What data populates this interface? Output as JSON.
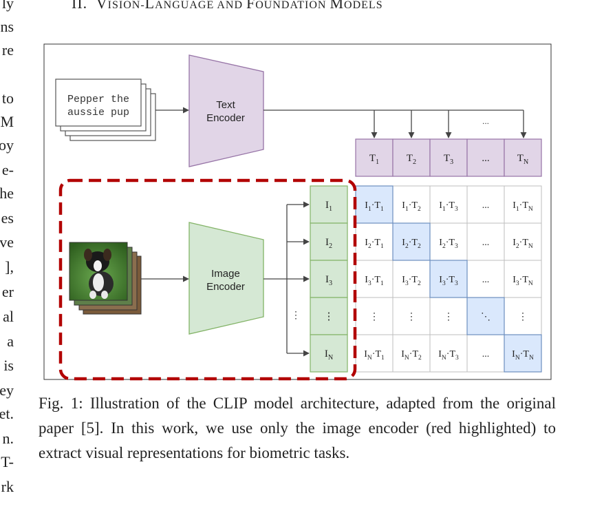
{
  "left_margin_fragments": [
    "ly",
    "ns",
    "re",
    "to",
    "M",
    "oy",
    "e-",
    "he",
    "es",
    "ve",
    "],",
    "er",
    "al",
    "a",
    "is",
    "ey",
    "et.",
    "n.",
    "T-",
    "rk"
  ],
  "section_heading": {
    "number": "II.",
    "words": [
      {
        "cap": "V",
        "rest": "ISION-"
      },
      {
        "cap": "L",
        "rest": "ANGUAGE AND "
      },
      {
        "cap": "F",
        "rest": "OUNDATION "
      },
      {
        "cap": "M",
        "rest": "ODELS"
      }
    ]
  },
  "figure": {
    "text_input": [
      "Pepper the",
      "aussie pup"
    ],
    "text_encoder_label": [
      "Text",
      "Encoder"
    ],
    "image_encoder_label": [
      "Image",
      "Encoder"
    ],
    "top_ellipsis": "...",
    "text_tokens": [
      "T1",
      "T2",
      "T3",
      "...",
      "TN"
    ],
    "image_tokens": [
      "I1",
      "I2",
      "I3",
      "⋮",
      "IN"
    ],
    "left_vdots": "⋮",
    "matrix": [
      [
        "I1·T1",
        "I1·T2",
        "I1·T3",
        "...",
        "I1·TN"
      ],
      [
        "I2·T1",
        "I2·T2",
        "I2·T3",
        "...",
        "I2·TN"
      ],
      [
        "I3·T1",
        "I3·T2",
        "I3·T3",
        "...",
        "I3·TN"
      ],
      [
        "⋮",
        "⋮",
        "⋮",
        "⋱",
        "⋮"
      ],
      [
        "IN·T1",
        "IN·T2",
        "IN·T3",
        "...",
        "IN·TN"
      ]
    ],
    "colors": {
      "text_encoder_fill": "#e1d5e7",
      "text_encoder_stroke": "#9673a6",
      "image_encoder_fill": "#d5e8d4",
      "image_encoder_stroke": "#82b366",
      "diagonal_fill": "#dae8fc",
      "diagonal_stroke": "#6c8ebf",
      "highlight_dash": "#b20000"
    }
  },
  "caption": "Fig. 1: Illustration of the CLIP model architecture, adapted from the original paper [5]. In this work, we use only the image encoder (red highlighted) to extract visual representations for biometric tasks."
}
